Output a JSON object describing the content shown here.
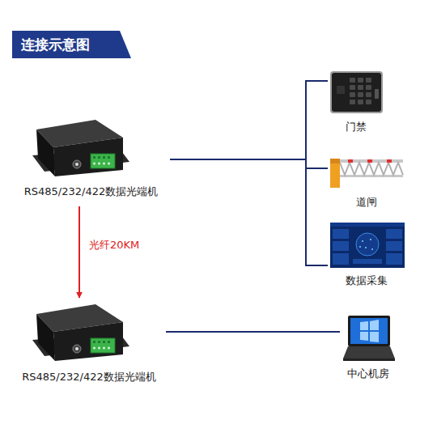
{
  "diagram": {
    "title": "连接示意图",
    "nodes": [
      {
        "text": [
          "RS485/232/422数据光端机"
        ]
      },
      {
        "text": [
          "门禁"
        ]
      },
      {
        "text": [
          "道闸"
        ]
      },
      {
        "text": [
          "数据采集"
        ]
      },
      {
        "text": [
          "RS485/232/422数据光端机"
        ]
      },
      {
        "text": [
          "中心机房"
        ]
      }
    ],
    "edges": [
      {
        "from": 0,
        "to": 1,
        "arrow": "none"
      },
      {
        "from": 0,
        "to": 2,
        "arrow": "none"
      },
      {
        "from": 0,
        "to": 3,
        "arrow": "none"
      },
      {
        "from": 0,
        "to": 4,
        "label": "光纤20KM",
        "arrow": "to"
      },
      {
        "from": 4,
        "to": 5,
        "arrow": "none"
      }
    ]
  }
}
